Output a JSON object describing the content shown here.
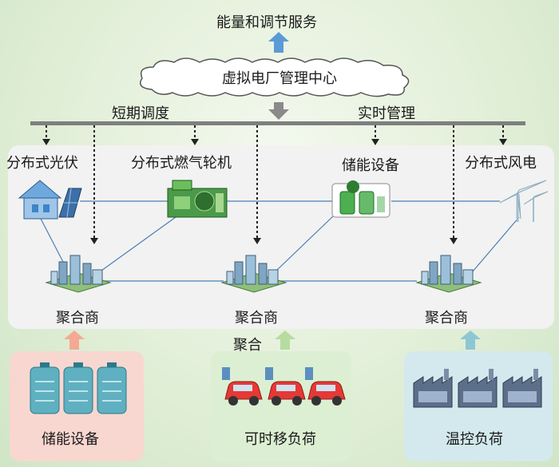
{
  "top_service": "能量和调节服务",
  "center": "虚拟电厂管理中心",
  "short_term": "短期调度",
  "real_time": "实时管理",
  "generators": {
    "pv": "分布式光伏",
    "gas": "分布式燃气轮机",
    "storage": "储能设备",
    "wind": "分布式风电"
  },
  "aggregators": [
    "聚合商",
    "聚合商",
    "聚合商"
  ],
  "aggregate": "聚合",
  "resources": {
    "storage": "储能设备",
    "shiftable": "可时移负荷",
    "thermal": "温控负荷"
  },
  "colors": {
    "up_arrow_blue": "#5b9bd5",
    "bus_gray": "#7f7f7f",
    "storage_box": "#f8d7d0",
    "shiftable_box": "#dcefd2",
    "thermal_box": "#d3e9ee"
  }
}
